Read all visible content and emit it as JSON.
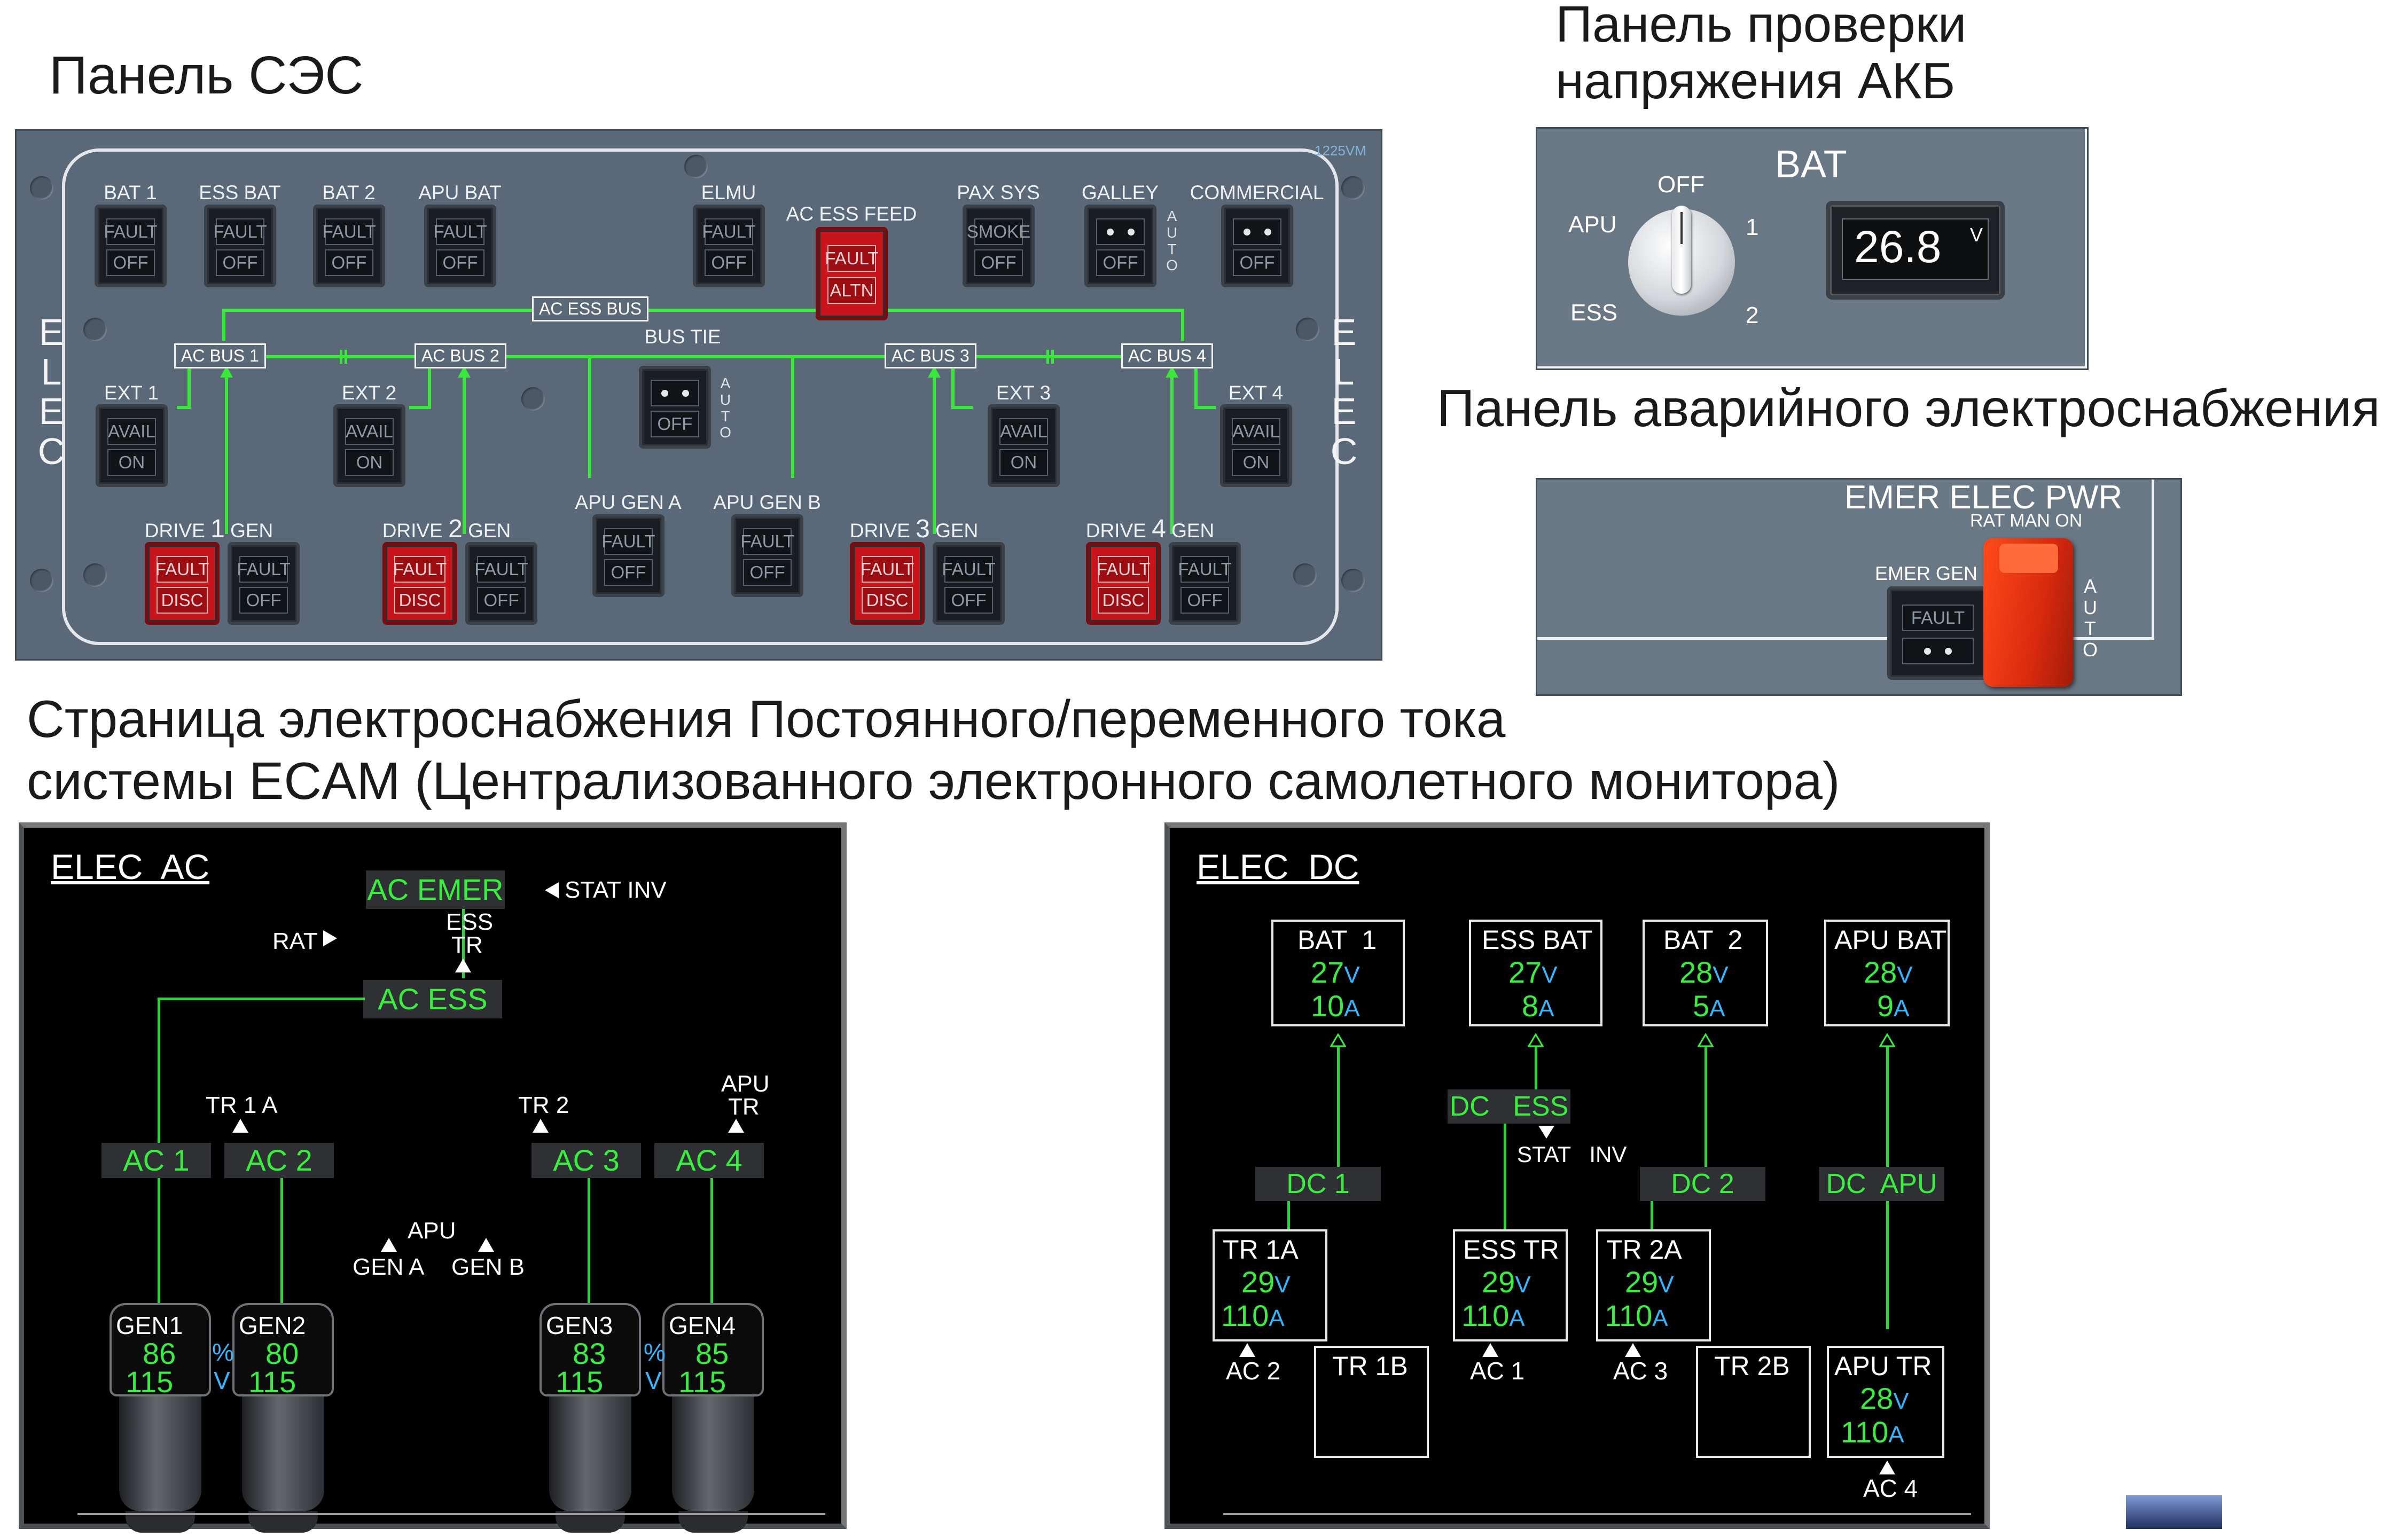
{
  "headings": {
    "ses": "Панель СЭС",
    "bat_check_1": "Панель проверки",
    "bat_check_2": "напряжения АКБ",
    "emer": "Панель аварийного электроснабжения",
    "ecam_1": "Страница электроснабжения Постоянного/переменного тока",
    "ecam_2": "системы ECAM (Централизованного электронного самолетного монитора)"
  },
  "elec_panel": {
    "part_no": "1225VM",
    "side_label_left": "E L E C",
    "side_label_right": "E L E C",
    "top_buttons": [
      {
        "label": "BAT 1",
        "top": "FAULT",
        "bottom": "OFF"
      },
      {
        "label": "ESS BAT",
        "top": "FAULT",
        "bottom": "OFF"
      },
      {
        "label": "BAT 2",
        "top": "FAULT",
        "bottom": "OFF"
      },
      {
        "label": "APU BAT",
        "top": "FAULT",
        "bottom": "OFF"
      },
      {
        "label": "ELMU",
        "top": "FAULT",
        "bottom": "OFF"
      },
      {
        "label": "AC ESS FEED",
        "top": "FAULT",
        "bottom": "ALTN"
      },
      {
        "label": "PAX SYS",
        "top": "SMOKE",
        "bottom": "OFF"
      },
      {
        "label": "GALLEY",
        "top": "",
        "bottom": "OFF"
      },
      {
        "label": "COMMERCIAL",
        "top": "",
        "bottom": "OFF"
      }
    ],
    "auto_text": "AUTO",
    "buses": {
      "ac_ess_bus": "AC ESS BUS",
      "ac_bus_1": "AC BUS 1",
      "ac_bus_2": "AC BUS 2",
      "ac_bus_3": "AC BUS 3",
      "ac_bus_4": "AC BUS 4",
      "bus_tie": "BUS TIE"
    },
    "bus_tie_button": {
      "bottom": "OFF"
    },
    "ext": [
      {
        "label": "EXT 1",
        "top": "AVAIL",
        "bottom": "ON"
      },
      {
        "label": "EXT 2",
        "top": "AVAIL",
        "bottom": "ON"
      },
      {
        "label": "EXT 3",
        "top": "AVAIL",
        "bottom": "ON"
      },
      {
        "label": "EXT 4",
        "top": "AVAIL",
        "bottom": "ON"
      }
    ],
    "apu_gen": [
      {
        "label": "APU GEN A",
        "top": "FAULT",
        "bottom": "OFF"
      },
      {
        "label": "APU GEN B",
        "top": "FAULT",
        "bottom": "OFF"
      }
    ],
    "drives": [
      {
        "pre": "DRIVE",
        "num": "1",
        "post": "GEN",
        "disc_top": "FAULT",
        "disc_bottom": "DISC",
        "gen_top": "FAULT",
        "gen_bottom": "OFF"
      },
      {
        "pre": "DRIVE",
        "num": "2",
        "post": "GEN",
        "disc_top": "FAULT",
        "disc_bottom": "DISC",
        "gen_top": "FAULT",
        "gen_bottom": "OFF"
      },
      {
        "pre": "DRIVE",
        "num": "3",
        "post": "GEN",
        "disc_top": "FAULT",
        "disc_bottom": "DISC",
        "gen_top": "FAULT",
        "gen_bottom": "OFF"
      },
      {
        "pre": "DRIVE",
        "num": "4",
        "post": "GEN",
        "disc_top": "FAULT",
        "disc_bottom": "DISC",
        "gen_top": "FAULT",
        "gen_bottom": "OFF"
      }
    ]
  },
  "bat_panel": {
    "title": "BAT",
    "off": "OFF",
    "apu": "APU",
    "one": "1",
    "ess": "ESS",
    "two": "2",
    "voltage": "26.8",
    "unit": "V"
  },
  "emer_panel": {
    "title": "EMER ELEC PWR",
    "rat_man_on": "RAT MAN ON",
    "emer_gen": "EMER GEN",
    "fault": "FAULT",
    "auto": "AUTO"
  },
  "elec_ac": {
    "title": "ELEC  AC",
    "ac_emer": "AC EMER",
    "stat_inv": "STAT INV",
    "rat": "RAT",
    "ess_tr_1": "ESS",
    "ess_tr_2": "TR",
    "ac_ess": "AC ESS",
    "tr1a": "TR 1 A",
    "tr2": "TR 2",
    "apu_tr_1": "APU",
    "apu_tr_2": "TR",
    "buses": [
      "AC 1",
      "AC 2",
      "AC 3",
      "AC 4"
    ],
    "apu": "APU",
    "gen_a": "GEN A",
    "gen_b": "GEN B",
    "pct": "%",
    "volt": "V",
    "gens": [
      {
        "name": "GEN1",
        "load": "86",
        "volt": "115"
      },
      {
        "name": "GEN2",
        "load": "80",
        "volt": "115"
      },
      {
        "name": "GEN3",
        "load": "83",
        "volt": "115"
      },
      {
        "name": "GEN4",
        "load": "85",
        "volt": "115"
      }
    ]
  },
  "elec_dc": {
    "title": "ELEC  DC",
    "bats": [
      {
        "name": "BAT  1",
        "v": "27",
        "a": "10"
      },
      {
        "name": "ESS BAT",
        "v": "27",
        "a": "8"
      },
      {
        "name": "BAT  2",
        "v": "28",
        "a": "5"
      },
      {
        "name": "APU BAT",
        "v": "28",
        "a": "9"
      }
    ],
    "unit_v": "V",
    "unit_a": "A",
    "dc_ess": "DC   ESS",
    "stat_inv": "STAT   INV",
    "dc_buses": [
      "DC 1",
      "DC 2",
      "DC  APU"
    ],
    "trs": [
      {
        "name": "TR 1A",
        "v": "29",
        "a": "110",
        "src": "AC 2"
      },
      {
        "name": "ESS TR",
        "v": "29",
        "a": "110",
        "src": "AC 1"
      },
      {
        "name": "TR 2A",
        "v": "29",
        "a": "110",
        "src": "AC 3"
      }
    ],
    "tr1b": "TR 1B",
    "tr2b": "TR 2B",
    "apu_tr": {
      "name": "APU TR",
      "v": "28",
      "a": "110",
      "src": "AC 4"
    }
  }
}
